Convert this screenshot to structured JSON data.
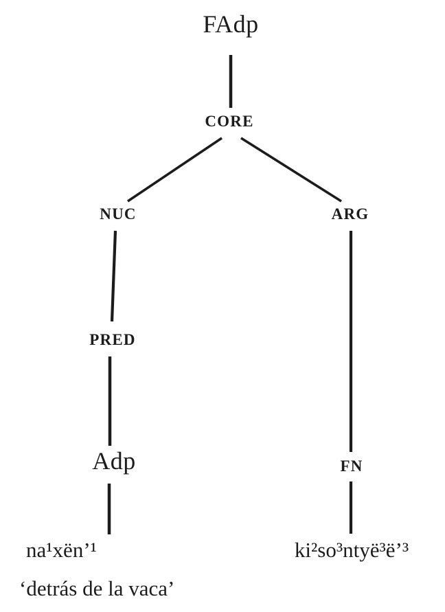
{
  "diagram": {
    "type": "syntax-tree",
    "title": "RRG adpositional phrase projection",
    "colors": {
      "background": "#ffffff",
      "line": "#1c1c1c",
      "text": "#1c1c1c"
    },
    "nodes": {
      "fadp": "FAdp",
      "core": "CORE",
      "nuc": "NUC",
      "arg": "ARG",
      "pred": "PRED",
      "adp": "Adp",
      "fn": "FN"
    },
    "edges": [
      {
        "from": "FAdp",
        "to": "CORE"
      },
      {
        "from": "CORE",
        "to": "NUC"
      },
      {
        "from": "CORE",
        "to": "ARG"
      },
      {
        "from": "NUC",
        "to": "PRED"
      },
      {
        "from": "PRED",
        "to": "Adp"
      },
      {
        "from": "Adp",
        "to": "na¹xën’¹"
      },
      {
        "from": "ARG",
        "to": "FN"
      },
      {
        "from": "FN",
        "to": "ki²so³ntyë³ë’³"
      }
    ],
    "terminals": {
      "left_word": "na¹xën’¹",
      "left_gloss": "‘detrás de la vaca’",
      "right_word": "ki²so³ntyë³ë’³"
    }
  }
}
